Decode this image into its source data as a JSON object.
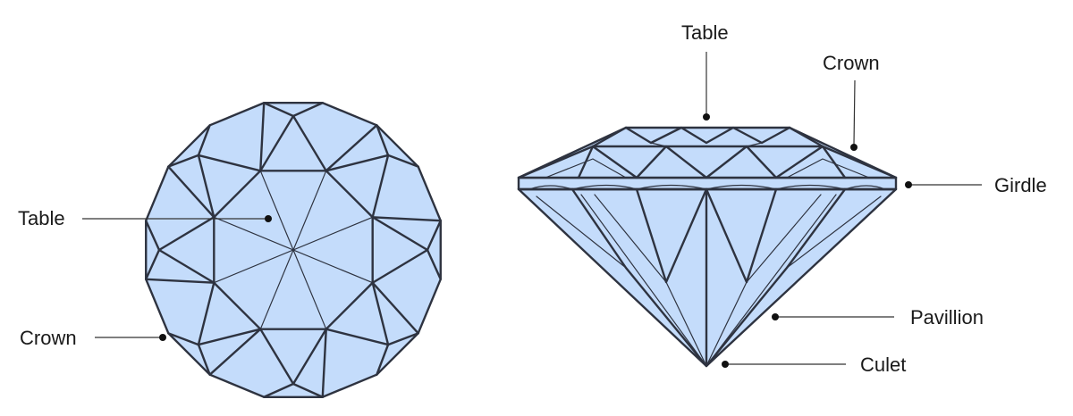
{
  "top_view": {
    "labels": {
      "table": "Table",
      "crown": "Crown"
    }
  },
  "side_view": {
    "labels": {
      "table": "Table",
      "crown": "Crown",
      "girdle": "Girdle",
      "pavillion": "Pavillion",
      "culet": "Culet"
    }
  },
  "colors": {
    "facet_fill": "#c4dcfb",
    "outline": "#2e3340",
    "text": "#1a1a1a"
  }
}
